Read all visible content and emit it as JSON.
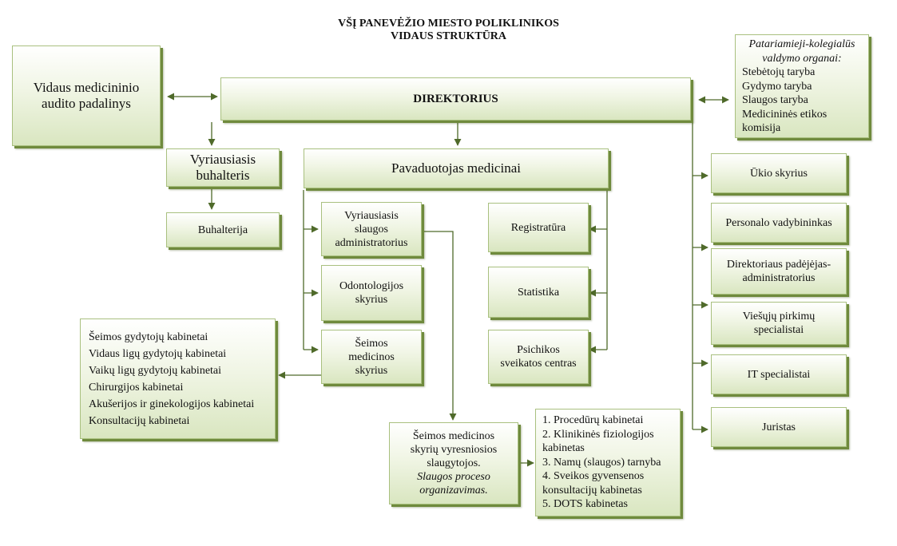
{
  "header": {
    "title_line1": "VŠĮ PANEVĖŽIO MIESTO POLIKLINIKOS",
    "title_line2": "VIDAUS STRUKTŪRA"
  },
  "boxes": {
    "audit": "Vidaus medicininio\naudito padalinys",
    "director": "DIREKTORIUS",
    "advisory_title": "Patariamieji-kolegialūs valdymo organai:",
    "advisory_items": [
      "Stebėtojų taryba",
      "Gydymo taryba",
      "Slaugos taryba",
      "Medicininės etikos komisija"
    ],
    "chief_accountant": "Vyriausiasis\nbuhalteris",
    "accounting": "Buhalterija",
    "deputy_medicine": "Pavaduotojas medicinai",
    "chief_nursing_admin": "Vyriausiasis\nslaugos\nadministratorius",
    "registry": "Registratūra",
    "dental": "Odontologijos\nskyrius",
    "statistics": "Statistika",
    "family_medicine": "Šeimos\nmedicinos\nskyrius",
    "mental_health": "Psichikos\nsveikatos centras",
    "economy": "Ūkio skyrius",
    "personnel": "Personalo vadybininkas",
    "director_assistant": "Direktoriaus padėjėjas-\nadministratorius",
    "procurement": "Viešųjų pirkimų\nspecialistai",
    "it": "IT specialistai",
    "lawyers": "Juristas",
    "senior_nurses": "Šeimos medicinos\nskyrių vyresniosios\nslaugytojos.",
    "senior_nurses_italic": "Slaugos proceso\norganizavimas.",
    "cabinets": [
      "Šeimos gydytojų kabinetai",
      "Vidaus ligų gydytojų kabinetai",
      "Vaikų ligų gydytojų kabinetai",
      "Chirurgijos kabinetai",
      "Akušerijos ir ginekologijos kabinetai",
      "Konsultacijų kabinetai"
    ],
    "units": [
      "1. Procedūrų kabinetai",
      "2. Klinikinės fiziologijos kabinetas",
      "3. Namų (slaugos) tarnyba",
      "4. Sveikos gyvensenos konsultacijų kabinetas",
      "5. DOTS kabinetas"
    ]
  },
  "colors": {
    "line": "#4f6a2a",
    "border": "#a9c07f",
    "shadow": "#6f8a3d",
    "fill_bottom": "#d9e6c0"
  }
}
